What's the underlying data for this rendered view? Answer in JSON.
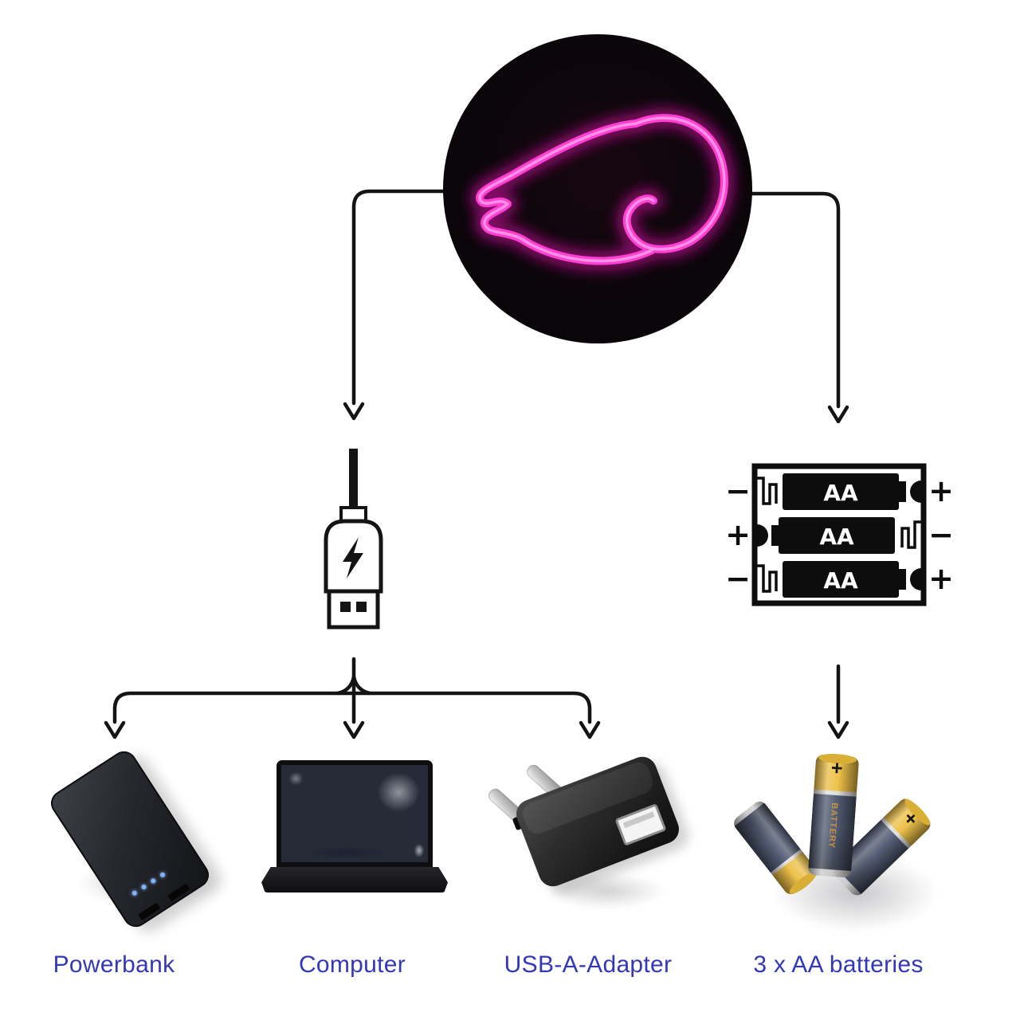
{
  "labels": {
    "powerbank": "Powerbank",
    "computer": "Computer",
    "usb_adapter": "USB-A-Adapter",
    "batteries": "3 x AA batteries"
  },
  "battery_box": {
    "rows": [
      {
        "cell": "AA",
        "left_sign": "−",
        "right_sign": "+"
      },
      {
        "cell": "AA",
        "left_sign": "+",
        "right_sign": "−"
      },
      {
        "cell": "AA",
        "left_sign": "−",
        "right_sign": "+"
      }
    ]
  },
  "battery_photo": {
    "plus": "+",
    "brand_text": "BATTERY"
  },
  "icons": {
    "usb_plug": "usb-a-plug-with-lightning-bolt",
    "neon_sign": "pink-neon-whale"
  },
  "colors": {
    "neon_pink": "#ff3fd3",
    "neon_glow": "#cf0f9f",
    "label_blue": "#3338b8",
    "line_black": "#141414",
    "battery_yellow": "#edbf45",
    "led_blue": "#7fb2ff"
  }
}
